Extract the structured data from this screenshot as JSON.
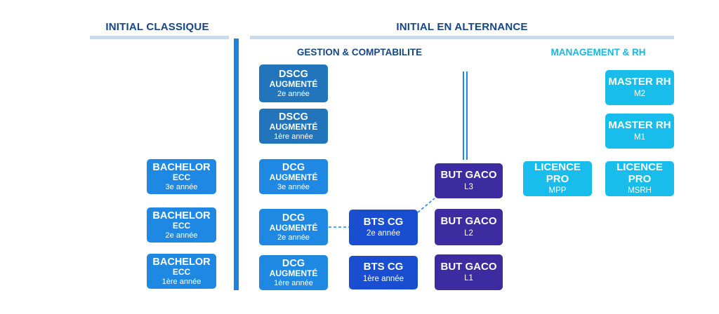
{
  "headers": {
    "classique": "INITIAL CLASSIQUE",
    "alternance": "INITIAL EN ALTERNANCE",
    "gestion": "GESTION & COMPTABILITE",
    "management": "MANAGEMENT & RH"
  },
  "colors": {
    "navy": "#16468a",
    "rule": "#c9daf0",
    "vertical_bar": "#1f82d6",
    "management_title": "#1ab6e6",
    "dscg": "#2274bb",
    "bachelor_dcg": "#1f88e3",
    "bts": "#1a4ed1",
    "but": "#3c2c9f",
    "master_licence": "#19bdec",
    "connector": "#1f88e3"
  },
  "boxes": {
    "dscg2": {
      "line1": "DSCG",
      "line2": "AUGMENTÉ",
      "line3": "2e année"
    },
    "dscg1": {
      "line1": "DSCG",
      "line2": "AUGMENTÉ",
      "line3": "1ère année"
    },
    "bachelor3": {
      "line1": "BACHELOR",
      "line2": "ECC",
      "line3": "3e année"
    },
    "bachelor2": {
      "line1": "BACHELOR",
      "line2": "ECC",
      "line3": "2e année"
    },
    "bachelor1": {
      "line1": "BACHELOR",
      "line2": "ECC",
      "line3": "1ère année"
    },
    "dcg3": {
      "line1": "DCG",
      "line2": "AUGMENTÉ",
      "line3": "3e année"
    },
    "dcg2": {
      "line1": "DCG",
      "line2": "AUGMENTÉ",
      "line3": "2e année"
    },
    "dcg1": {
      "line1": "DCG",
      "line2": "AUGMENTÉ",
      "line3": "1ère année"
    },
    "bts2": {
      "line1": "BTS CG",
      "line3": "2e année"
    },
    "bts1": {
      "line1": "BTS CG",
      "line3": "1ère année"
    },
    "but3": {
      "line1": "BUT GACO",
      "line3": "L3"
    },
    "but2": {
      "line1": "BUT GACO",
      "line3": "L2"
    },
    "but1": {
      "line1": "BUT GACO",
      "line3": "L1"
    },
    "master2": {
      "line1": "MASTER RH",
      "line3": "M2"
    },
    "master1": {
      "line1": "MASTER RH",
      "line3": "M1"
    },
    "licence_mpp": {
      "line1": "LICENCE PRO",
      "line3": "MPP"
    },
    "licence_msrh": {
      "line1": "LICENCE PRO",
      "line3": "MSRH"
    }
  }
}
